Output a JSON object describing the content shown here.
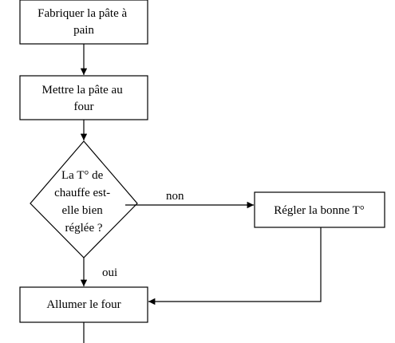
{
  "nodes": {
    "make_dough": {
      "lines": [
        "Fabriquer la pâte à",
        "pain"
      ]
    },
    "put_in_oven": {
      "lines": [
        "Mettre la pâte au",
        "four"
      ]
    },
    "temp_decision": {
      "lines": [
        "La T° de",
        "chauffe est-",
        "elle bien",
        "réglée ?"
      ]
    },
    "set_temp": {
      "lines": [
        "Régler la bonne T°"
      ]
    },
    "turn_on_oven": {
      "lines": [
        "Allumer le four"
      ]
    }
  },
  "edges": {
    "no_label": "non",
    "yes_label": "oui"
  },
  "colors": {
    "stroke": "#000000",
    "background": "#ffffff"
  }
}
